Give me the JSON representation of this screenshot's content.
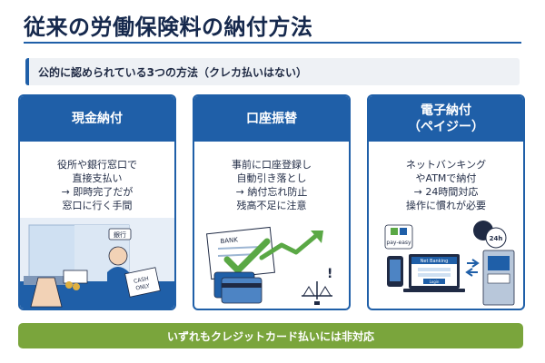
{
  "title": "従来の労働保険料の納付方法",
  "subtitle": "公的に認められている3つの方法（クレカ払いはない）",
  "cards": [
    {
      "heading": [
        "現金納付"
      ],
      "lines": [
        "役所や銀行窓口で",
        "直接支払い",
        "→ 即時完了だが",
        "窓口に行く手間"
      ],
      "illustration_text": {
        "sign": "銀行",
        "envelope_1": "CASH",
        "envelope_2": "ONLY"
      }
    },
    {
      "heading": [
        "口座振替"
      ],
      "lines": [
        "事前に口座登録し",
        "自動引き落とし",
        "→ 納付忘れ防止",
        "残高不足に注意"
      ],
      "illustration_text": {
        "doc": "BANK"
      }
    },
    {
      "heading": [
        "電子納付",
        "（ペイジー）"
      ],
      "lines": [
        "ネットバンキング",
        "やATMで納付",
        "→ 24時間対応",
        "操作に慣れが必要"
      ],
      "illustration_text": {
        "pay_logo": "pay-easy",
        "net_banking": "Net Banking",
        "login": "Login",
        "clock": "24h"
      }
    }
  ],
  "banner": "いずれもクレジットカード払いには非対応",
  "colors": {
    "primary": "#1f5fa8",
    "banner_green": "#7aa53c",
    "check_green": "#5aa845"
  }
}
